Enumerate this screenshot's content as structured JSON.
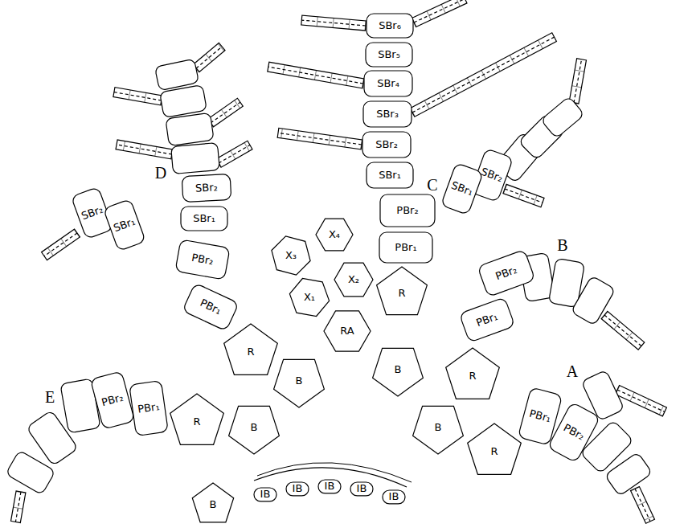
{
  "diagram": {
    "nodes": [
      {
        "text": [
          "SBr₆"
        ]
      },
      {
        "text": [
          "SBr₅"
        ]
      },
      {
        "text": [
          "SBr₄"
        ]
      },
      {
        "text": [
          "SBr₃"
        ]
      },
      {
        "text": [
          "SBr₂"
        ]
      },
      {
        "text": [
          "SBr₁"
        ]
      },
      {
        "text": [
          "SBr₂"
        ]
      },
      {
        "text": [
          "SBr₁"
        ]
      },
      {
        "text": [
          "SBr₂"
        ]
      },
      {
        "text": [
          "SBr₁"
        ]
      },
      {
        "text": [
          "PBr₂"
        ]
      },
      {
        "text": [
          "PBr₂"
        ]
      },
      {
        "text": [
          "PBr₂"
        ]
      },
      {
        "text": [
          "SBr₂"
        ]
      },
      {
        "text": [
          "SBr₁"
        ]
      },
      {
        "text": [
          "PBr₁"
        ]
      },
      {
        "text": [
          "PBr₁"
        ]
      },
      {
        "text": [
          "PBr₁"
        ]
      },
      {
        "text": [
          "X₄"
        ]
      },
      {
        "text": [
          "X₃"
        ]
      },
      {
        "text": [
          "X₂"
        ]
      },
      {
        "text": [
          "X₁"
        ]
      },
      {
        "text": [
          "RA"
        ]
      },
      {
        "text": [
          "R"
        ]
      },
      {
        "text": [
          "R"
        ]
      },
      {
        "text": [
          "PBr₂"
        ]
      },
      {
        "text": [
          "PBr₁"
        ]
      },
      {
        "text": [
          "R"
        ]
      },
      {
        "text": [
          "B"
        ]
      },
      {
        "text": [
          "B"
        ]
      },
      {
        "text": [
          "R"
        ]
      },
      {
        "text": [
          "PBr₁"
        ]
      },
      {
        "text": [
          "PBr₂"
        ]
      },
      {
        "text": [
          "B"
        ]
      },
      {
        "text": [
          "B"
        ]
      },
      {
        "text": [
          "R"
        ]
      },
      {
        "text": [
          "B"
        ]
      },
      {
        "text": [
          "IB"
        ]
      },
      {
        "text": [
          "IB"
        ]
      },
      {
        "text": [
          "IB"
        ]
      },
      {
        "text": [
          "IB"
        ]
      },
      {
        "text": [
          "IB"
        ]
      }
    ],
    "labels": [
      "D",
      "C",
      "B",
      "A",
      "E"
    ]
  }
}
